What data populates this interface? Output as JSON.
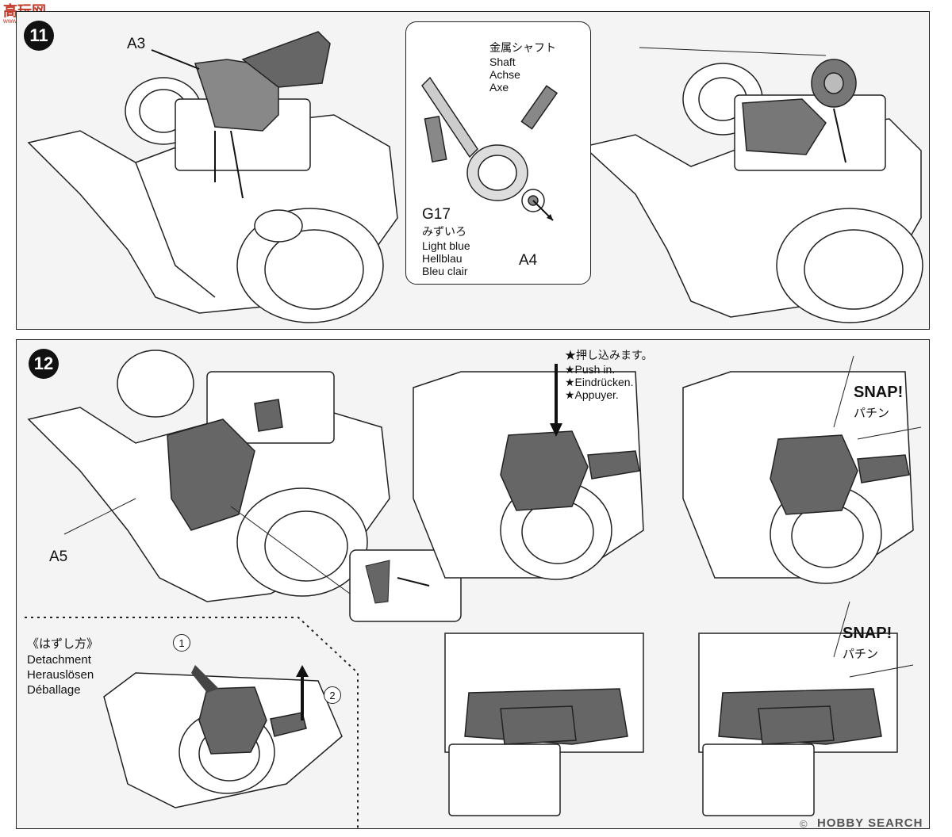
{
  "watermark_top": "高玩网",
  "watermark_top_sub": "www.gaowan.com",
  "step11": {
    "number": "11",
    "part_a3": "A3",
    "inset": {
      "shaft_jp": "金属シャフト",
      "shaft_en": "Shaft",
      "shaft_de": "Achse",
      "shaft_fr": "Axe",
      "gear_id": "G17",
      "gear_color_jp": "みずいろ",
      "gear_color_en": "Light blue",
      "gear_color_de": "Hellblau",
      "gear_color_fr": "Bleu clair",
      "part_a4": "A4"
    }
  },
  "step12": {
    "number": "12",
    "part_a5": "A5",
    "push": [
      "★押し込みます。",
      "★Push in.",
      "★Eindrücken.",
      "★Appuyer."
    ],
    "snap1": {
      "en": "SNAP!",
      "jp": "パチン"
    },
    "snap2": {
      "en": "SNAP!",
      "jp": "パチン"
    },
    "detach": {
      "jp": "《はずし方》",
      "en": "Detachment",
      "de": "Herauslösen",
      "fr": "Déballage",
      "step1": "1",
      "step2": "2"
    }
  },
  "footer_logo": "HOBBY SEARCH",
  "footer_copyright": "©"
}
